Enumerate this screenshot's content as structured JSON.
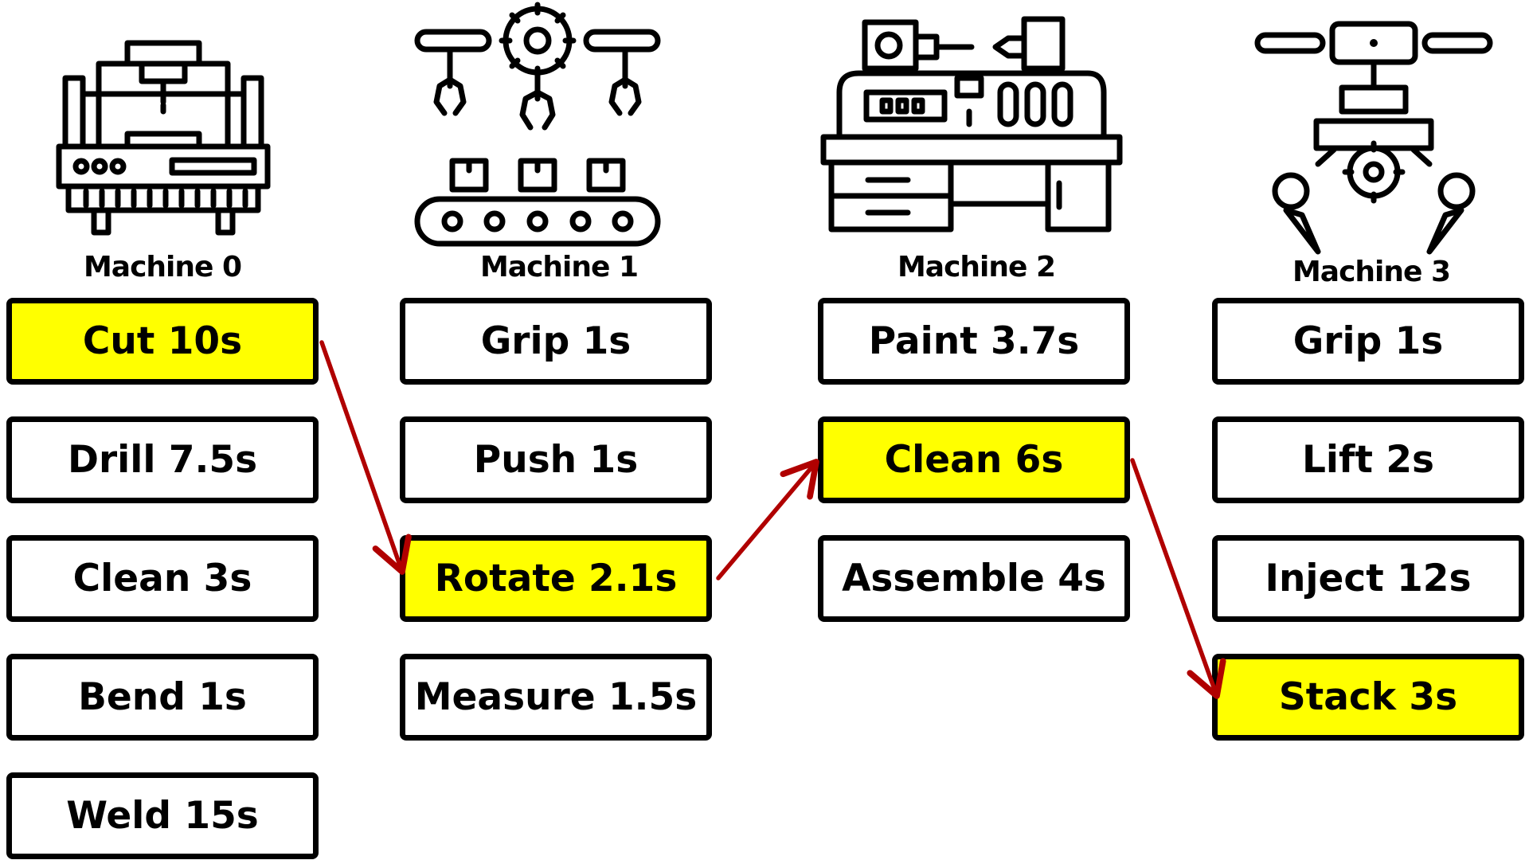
{
  "colors": {
    "highlight": "#ffff00",
    "arrow": "#b00000",
    "border": "#000000"
  },
  "machines": [
    {
      "label": "Machine 0",
      "icon": "cnc-machine-icon",
      "operations": [
        {
          "label": "Cut 10s",
          "selected": true
        },
        {
          "label": "Drill 7.5s",
          "selected": false
        },
        {
          "label": "Clean 3s",
          "selected": false
        },
        {
          "label": "Bend 1s",
          "selected": false
        },
        {
          "label": "Weld 15s",
          "selected": false
        }
      ]
    },
    {
      "label": "Machine 1",
      "icon": "robotic-conveyor-icon",
      "operations": [
        {
          "label": "Grip 1s",
          "selected": false
        },
        {
          "label": "Push 1s",
          "selected": false
        },
        {
          "label": "Rotate 2.1s",
          "selected": true
        },
        {
          "label": "Measure 1.5s",
          "selected": false
        }
      ]
    },
    {
      "label": "Machine 2",
      "icon": "lathe-machine-icon",
      "operations": [
        {
          "label": "Paint 3.7s",
          "selected": false
        },
        {
          "label": "Clean 6s",
          "selected": true
        },
        {
          "label": "Assemble 4s",
          "selected": false
        }
      ]
    },
    {
      "label": "Machine 3",
      "icon": "robotic-arm-icon",
      "operations": [
        {
          "label": "Grip 1s",
          "selected": false
        },
        {
          "label": "Lift 2s",
          "selected": false
        },
        {
          "label": "Inject 12s",
          "selected": false
        },
        {
          "label": "Stack 3s",
          "selected": true
        }
      ]
    }
  ],
  "path": [
    {
      "from_machine": 0,
      "from_op": 0,
      "to_machine": 1,
      "to_op": 2
    },
    {
      "from_machine": 1,
      "from_op": 2,
      "to_machine": 2,
      "to_op": 1
    },
    {
      "from_machine": 2,
      "from_op": 1,
      "to_machine": 3,
      "to_op": 3
    }
  ]
}
